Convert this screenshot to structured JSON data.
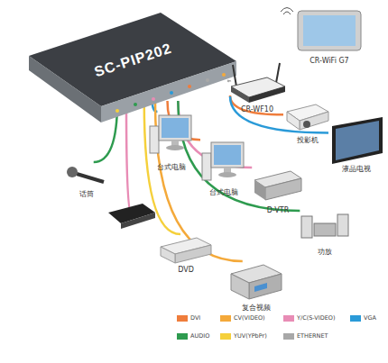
{
  "diagram": {
    "nodes": [
      {
        "text": [
          "SC-PIP202"
        ]
      },
      {
        "text": [
          "CR-WiFi G7"
        ]
      },
      {
        "text": [
          "CR-WF10"
        ]
      },
      {
        "text": [
          "投影机"
        ]
      },
      {
        "text": [
          "液晶电视"
        ]
      },
      {
        "text": [
          "台式电脑"
        ]
      },
      {
        "text": [
          "台式电脑"
        ]
      },
      {
        "text": [
          "D-VTR"
        ]
      },
      {
        "text": [
          "话筒"
        ]
      },
      {
        "text": [
          "功放"
        ]
      },
      {
        "text": [
          "DVD"
        ]
      },
      {
        "text": [
          "复合视频"
        ]
      }
    ],
    "edges": [
      {
        "from": 0,
        "to": 2,
        "arrow": "none"
      },
      {
        "from": 0,
        "to": 3,
        "arrow": "none"
      },
      {
        "from": 0,
        "to": 4,
        "arrow": "none"
      },
      {
        "from": 0,
        "to": 5,
        "arrow": "none"
      },
      {
        "from": 0,
        "to": 6,
        "arrow": "none"
      },
      {
        "from": 0,
        "to": 7,
        "arrow": "none"
      },
      {
        "from": 0,
        "to": 9,
        "arrow": "none"
      },
      {
        "from": 0,
        "to": 8,
        "arrow": "none"
      },
      {
        "from": 0,
        "to": 10,
        "arrow": "none"
      },
      {
        "from": 0,
        "to": 11,
        "arrow": "none"
      }
    ],
    "legend": [
      {
        "text": "DVI",
        "color": "#ef7d3c"
      },
      {
        "text": "CV(VIDEO)",
        "color": "#f4a93a"
      },
      {
        "text": "Y/C(S-VIDEO)",
        "color": "#e88cb5"
      },
      {
        "text": "VGA",
        "color": "#2a9ad8"
      },
      {
        "text": "AUDIO",
        "color": "#2e9b4f"
      },
      {
        "text": "YUV(YPbPr)",
        "color": "#f5d03b"
      },
      {
        "text": "ETHERNET",
        "color": "#a8a8a8"
      }
    ]
  }
}
